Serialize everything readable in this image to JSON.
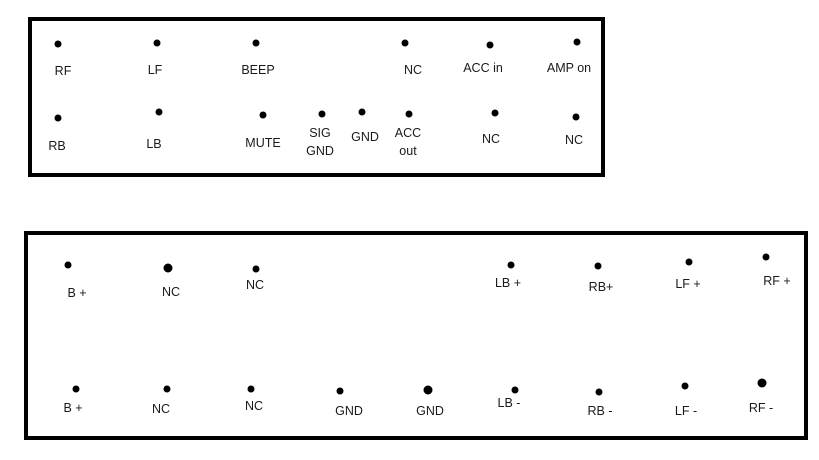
{
  "connectors": [
    {
      "id": "connector-top",
      "pins": [
        {
          "label": "RF"
        },
        {
          "label": "LF"
        },
        {
          "label": "BEEP"
        },
        {
          "label": "NC"
        },
        {
          "label": "ACC in"
        },
        {
          "label": "AMP on"
        },
        {
          "label": "RB"
        },
        {
          "label": "LB"
        },
        {
          "label": "MUTE"
        },
        {
          "label": "SIG\nGND"
        },
        {
          "label": "GND"
        },
        {
          "label": "ACC\nout"
        },
        {
          "label": "NC"
        },
        {
          "label": "NC"
        }
      ]
    },
    {
      "id": "connector-bottom",
      "pins": [
        {
          "label": "B +"
        },
        {
          "label": "NC"
        },
        {
          "label": "NC"
        },
        {
          "label": "LB +"
        },
        {
          "label": "RB+"
        },
        {
          "label": "LF +"
        },
        {
          "label": "RF +"
        },
        {
          "label": "B +"
        },
        {
          "label": "NC"
        },
        {
          "label": "NC"
        },
        {
          "label": "GND"
        },
        {
          "label": "GND"
        },
        {
          "label": "LB -"
        },
        {
          "label": "RB -"
        },
        {
          "label": "LF -"
        },
        {
          "label": "RF -"
        }
      ]
    }
  ]
}
